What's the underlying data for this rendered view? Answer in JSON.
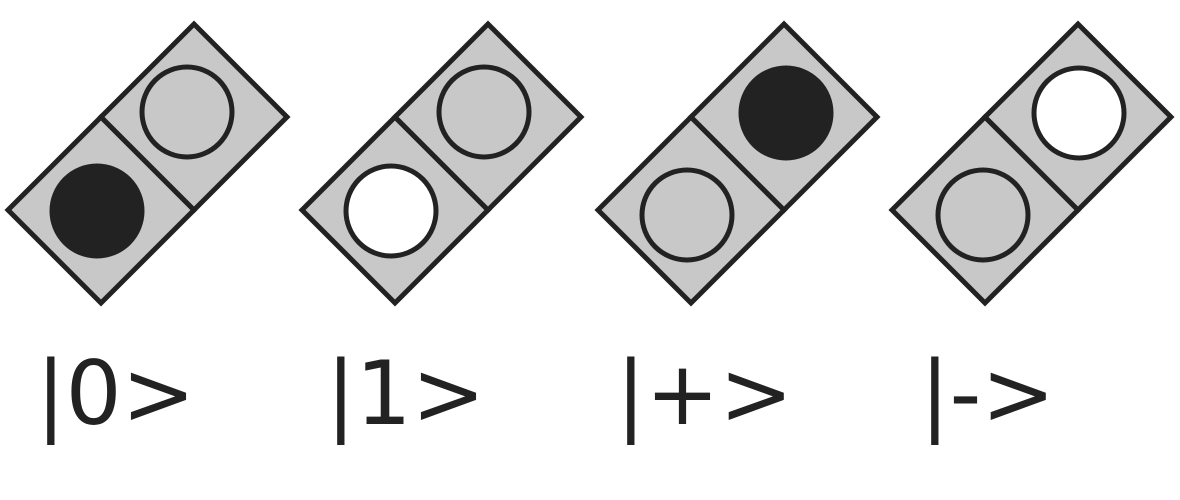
{
  "colors": {
    "tile_fill": "#c8c8c8",
    "outline": "#222222",
    "dot_filled": "#222222",
    "dot_empty": "#ffffff",
    "dot_neutral": "#c8c8c8"
  },
  "states": [
    {
      "label": "|0>",
      "lower_cell": "filled",
      "upper_cell": "neutral"
    },
    {
      "label": "|1>",
      "lower_cell": "empty",
      "upper_cell": "neutral"
    },
    {
      "label": "|+>",
      "lower_cell": "neutral",
      "upper_cell": "filled"
    },
    {
      "label": "|->",
      "lower_cell": "neutral",
      "upper_cell": "empty"
    }
  ]
}
